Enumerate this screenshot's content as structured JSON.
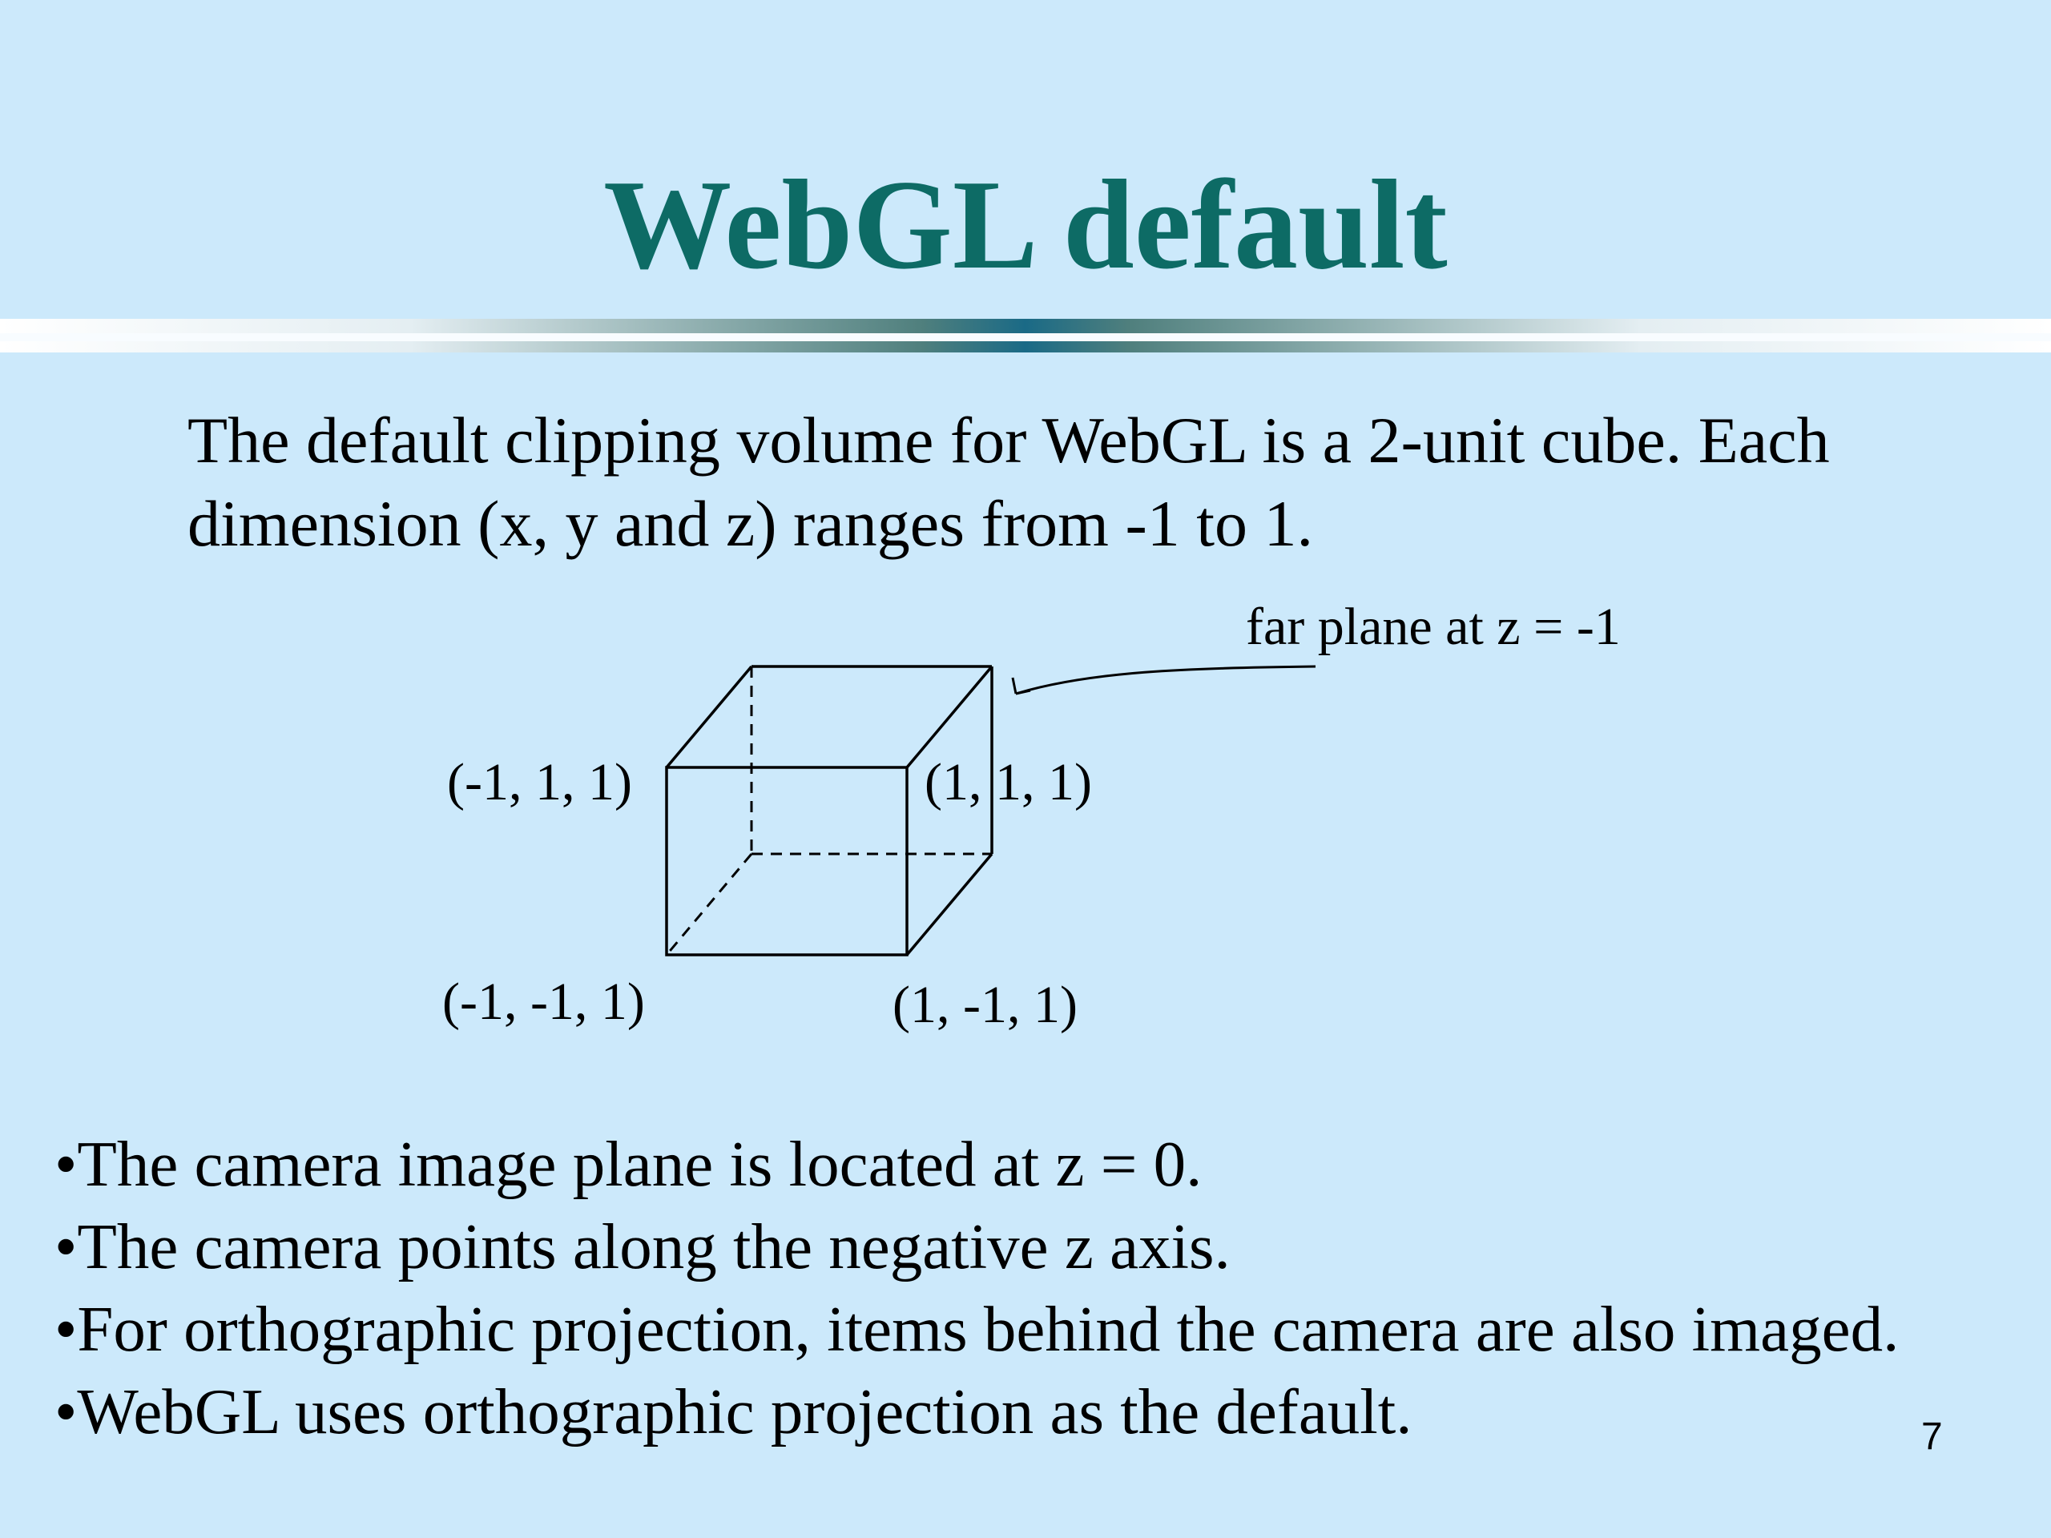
{
  "slide": {
    "title": "WebGL default",
    "intro": "The default clipping volume for WebGL is a 2-unit cube.  Each dimension (x, y and z) ranges from -1 to 1.",
    "diagram": {
      "callout": "far plane at z = -1",
      "vertex_labels": {
        "top_left": "(-1, 1, 1)",
        "top_right": "(1, 1, 1)",
        "bottom_left": "(-1, -1, 1)",
        "bottom_right": "(1, -1, 1)"
      }
    },
    "bullets": [
      "•The camera image plane is located at z = 0.",
      "•The camera points along the negative z axis.",
      "•For orthographic projection, items behind the camera are also imaged.",
      "•WebGL uses orthographic projection as the default."
    ],
    "page_number": "7"
  },
  "colors": {
    "background": "#cce9fb",
    "title": "#0d6b65",
    "rule_accent": "#1a6a86"
  }
}
